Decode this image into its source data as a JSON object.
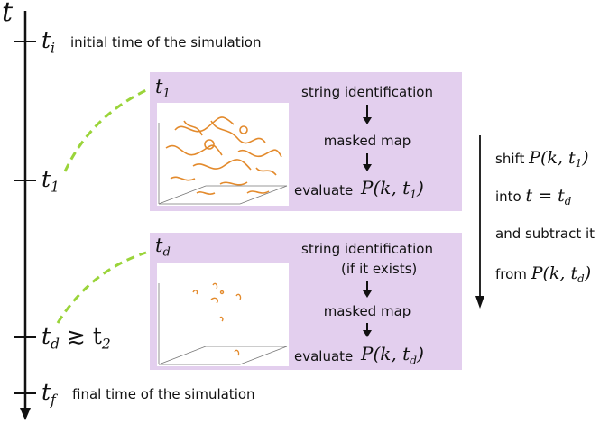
{
  "time_axis": {
    "label": "t",
    "ticks": [
      {
        "symbol": "t",
        "sub": "i",
        "desc": "initial time of the simulation"
      },
      {
        "symbol": "t",
        "sub": "1",
        "desc": ""
      },
      {
        "symbol": "t",
        "sub": "d",
        "suffix": " ≳ t",
        "suffix_sub": "2",
        "desc": ""
      },
      {
        "symbol": "t",
        "sub": "f",
        "desc": "final time of the simulation"
      }
    ]
  },
  "panels": [
    {
      "time_symbol": "t",
      "time_sub": "1",
      "step1": "string identification",
      "step1_note": "",
      "step2": "masked map",
      "step3": "evaluate",
      "formula": "P(k, t",
      "formula_sub": "1",
      "formula_end": ")"
    },
    {
      "time_symbol": "t",
      "time_sub": "d",
      "step1": "string identification",
      "step1_note": "(if it exists)",
      "step2": "masked map",
      "step3": "evaluate",
      "formula": "P(k, t",
      "formula_sub": "d",
      "formula_end": ")"
    }
  ],
  "side_note": {
    "line1": "shift",
    "line1_math": "P(k, t",
    "line1_sub": "1",
    "line1_end": ")",
    "line2": "into",
    "line2_math": "t = t",
    "line2_sub": "d",
    "line3": "and subtract it",
    "line4": "from",
    "line4_math": "P(k, t",
    "line4_sub": "d",
    "line4_end": ")"
  },
  "colors": {
    "panel": "#e3cfee",
    "connector": "#9ad43a",
    "strings": "#e38a2c"
  }
}
